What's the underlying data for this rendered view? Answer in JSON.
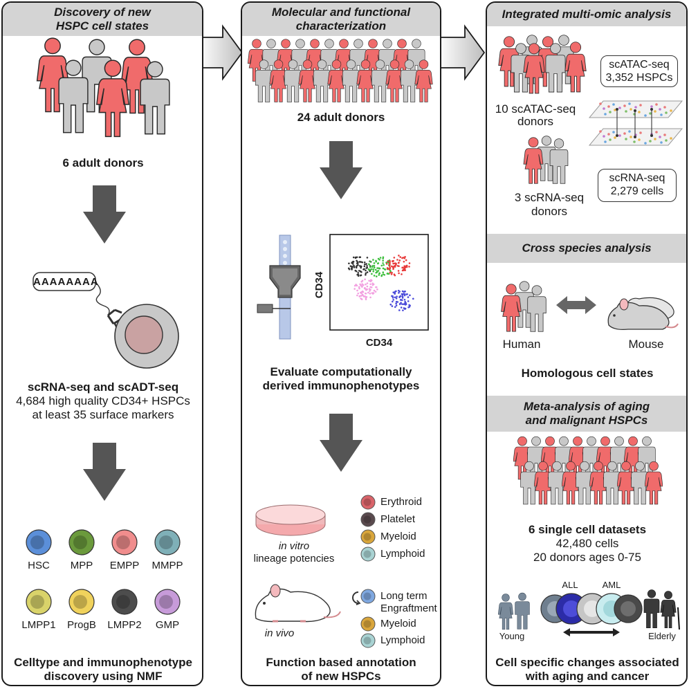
{
  "panel1": {
    "header": [
      "Discovery of new",
      "HSPC cell states"
    ],
    "donors": "6 adult donors",
    "antibody_tag": "AAAAAAAA",
    "seq_title": "scRNA-seq and scADT-seq",
    "seq_line1": "4,684 high quality CD34+ HSPCs",
    "seq_line2": "at least 35 surface markers",
    "cells": [
      {
        "label": "HSC",
        "color": "#5b8fd9"
      },
      {
        "label": "MPP",
        "color": "#6b9a3c"
      },
      {
        "label": "EMPP",
        "color": "#f08d8d"
      },
      {
        "label": "MMPP",
        "color": "#7fb0b8"
      },
      {
        "label": "LMPP1",
        "color": "#d9d36a"
      },
      {
        "label": "ProgB",
        "color": "#f0d25c"
      },
      {
        "label": "LMPP2",
        "color": "#4d4d4d"
      },
      {
        "label": "GMP",
        "color": "#c79bd9"
      }
    ],
    "footer": [
      "Celltype and immunophenotype",
      "discovery using NMF"
    ]
  },
  "panel2": {
    "header": [
      "Molecular and functional",
      "characterization"
    ],
    "donors": "24 adult donors",
    "axis_y": "CD34",
    "axis_x": "CD34",
    "evaluate": [
      "Evaluate computationally",
      "derived immunophenotypes"
    ],
    "invitro_italic": "in vitro",
    "invitro_rest": "lineage potencies",
    "invitro_legend": [
      {
        "label": "Erythroid",
        "color": "#d9646a"
      },
      {
        "label": "Platelet",
        "color": "#5a4a4e"
      },
      {
        "label": "Myeloid",
        "color": "#d9a63c"
      },
      {
        "label": "Lymphoid",
        "color": "#a9d3d3"
      }
    ],
    "invivo": "in vivo",
    "invivo_legend": [
      {
        "label": "Long term",
        "color": "#7fa8e0"
      },
      {
        "label": "Engraftment",
        "color": ""
      },
      {
        "label": "Myeloid",
        "color": "#d9a63c"
      },
      {
        "label": "Lymphoid",
        "color": "#a9d3d3"
      }
    ],
    "footer": [
      "Function based annotation",
      "of new HSPCs"
    ]
  },
  "panel3": {
    "header": "Integrated multi-omic analysis",
    "atac_donors": [
      "10 scATAC-seq",
      "donors"
    ],
    "atac_box": [
      "scATAC-seq",
      "3,352 HSPCs"
    ],
    "rna_box": [
      "scRNA-seq",
      "2,279 cells"
    ],
    "rna_donors": [
      "3 scRNA-seq",
      "donors"
    ],
    "cross_header": "Cross species analysis",
    "human": "Human",
    "mouse": "Mouse",
    "homologous": "Homologous cell states",
    "meta_header": [
      "Meta-analysis of aging",
      "and malignant HSPCs"
    ],
    "datasets_title": "6 single cell datasets",
    "datasets_cells": "42,480 cells",
    "datasets_donors": "20 donors ages 0-75",
    "all": "ALL",
    "aml": "AML",
    "young": "Young",
    "elderly": "Elderly",
    "footer": [
      "Cell specific changes associated",
      "with aging and cancer"
    ]
  },
  "colors": {
    "salmon": "#f06b6b",
    "grey_person": "#c8c8c8",
    "dark_arrow": "#555555",
    "header_bg": "#d4d4d4"
  }
}
